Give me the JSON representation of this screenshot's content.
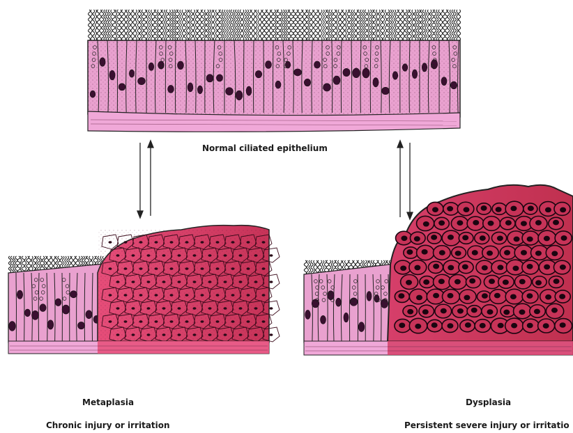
{
  "labels": {
    "normal": "Normal ciliated epithelium",
    "metaplasia": "Metaplasia",
    "metaplasia_cause": "Chronic injury or irritation",
    "dysplasia": "Dysplasia",
    "dysplasia_cause": "Persistent severe injury or irritatio"
  },
  "colors": {
    "columnar_pink": "#e9a1cf",
    "basement_pink": "#f0a8d8",
    "squamous_red": "#d9486e",
    "squamous_dark": "#b9284f",
    "outline": "#1a1a1a"
  },
  "arrows": {
    "left": [
      "down",
      "up"
    ],
    "right": [
      "up",
      "down"
    ]
  }
}
